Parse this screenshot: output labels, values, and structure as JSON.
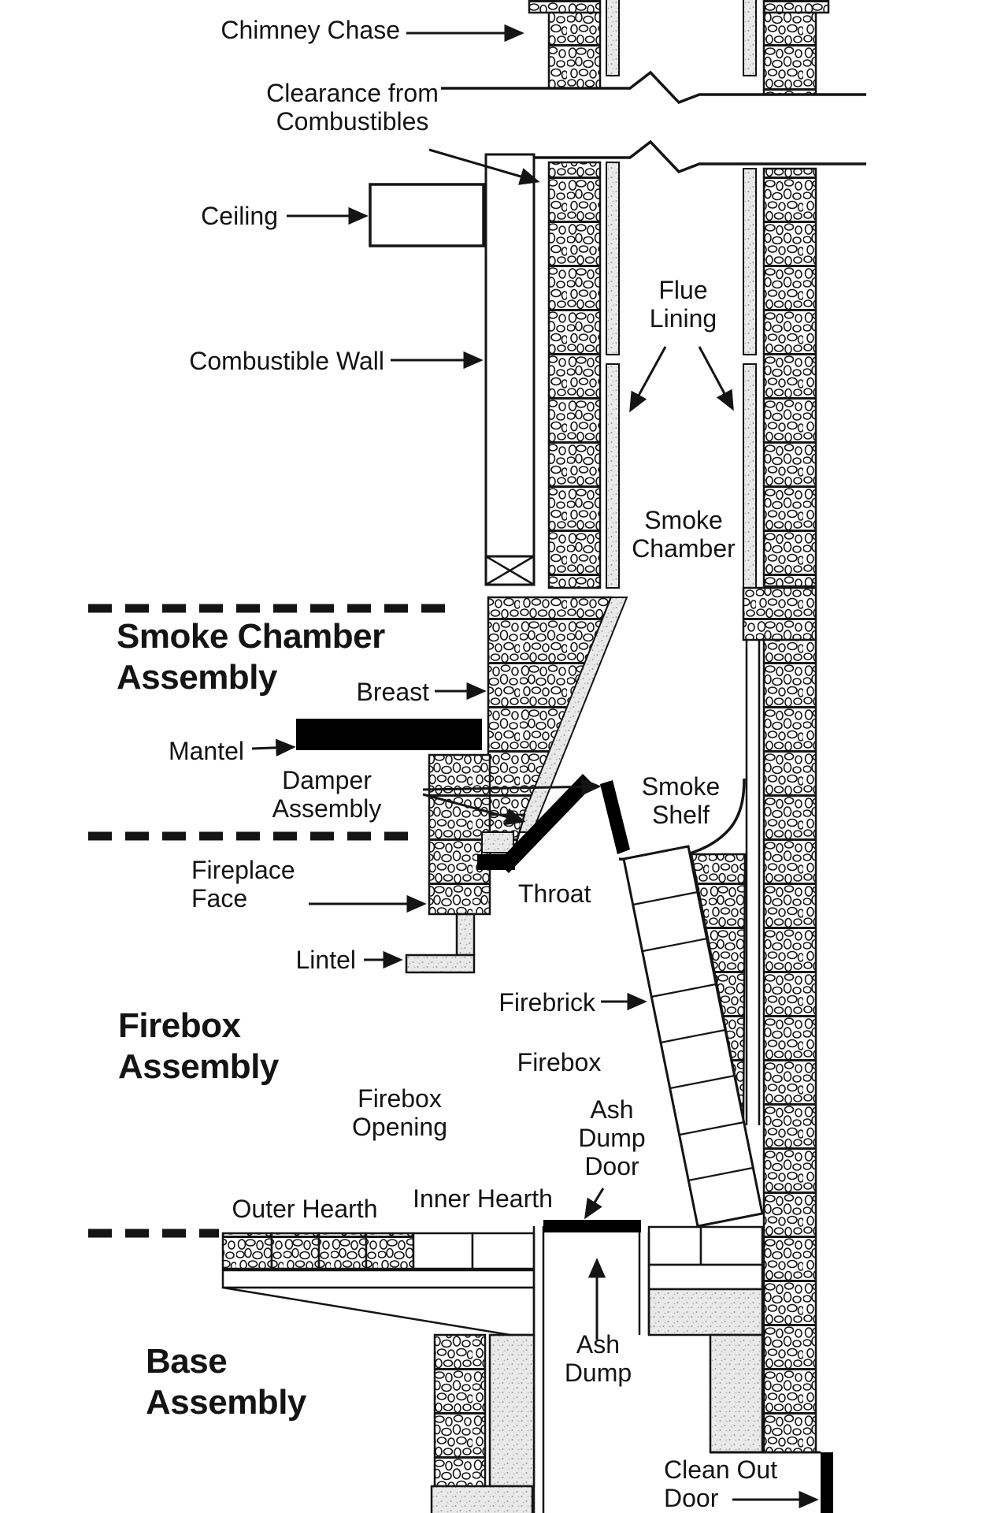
{
  "title": "Fireplace and chimney cross-section diagram",
  "colors": {
    "ink": "#141414",
    "paper": "#ffffff",
    "liner_gray": "#e9e9e9",
    "damper_black": "#000000"
  },
  "section_headings": {
    "smoke_chamber_assembly": "Smoke Chamber\nAssembly",
    "firebox_assembly": "Firebox\nAssembly",
    "base_assembly": "Base\nAssembly"
  },
  "labels": {
    "chimney_chase": "Chimney Chase",
    "clearance": "Clearance from\nCombustibles",
    "ceiling": "Ceiling",
    "combustible_wall": "Combustible Wall",
    "flue_lining": "Flue\nLining",
    "breast": "Breast",
    "mantel": "Mantel",
    "damper_assembly": "Damper\nAssembly",
    "smoke_chamber": "Smoke\nChamber",
    "smoke_shelf": "Smoke\nShelf",
    "fireplace_face": "Fireplace\nFace",
    "lintel": "Lintel",
    "throat": "Throat",
    "firebrick": "Firebrick",
    "firebox": "Firebox",
    "firebox_opening": "Firebox\nOpening",
    "ash_dump_door": "Ash\nDump\nDoor",
    "outer_hearth": "Outer Hearth",
    "inner_hearth": "Inner Hearth",
    "ash_dump": "Ash\nDump",
    "clean_out_door": "Clean Out\nDoor"
  }
}
